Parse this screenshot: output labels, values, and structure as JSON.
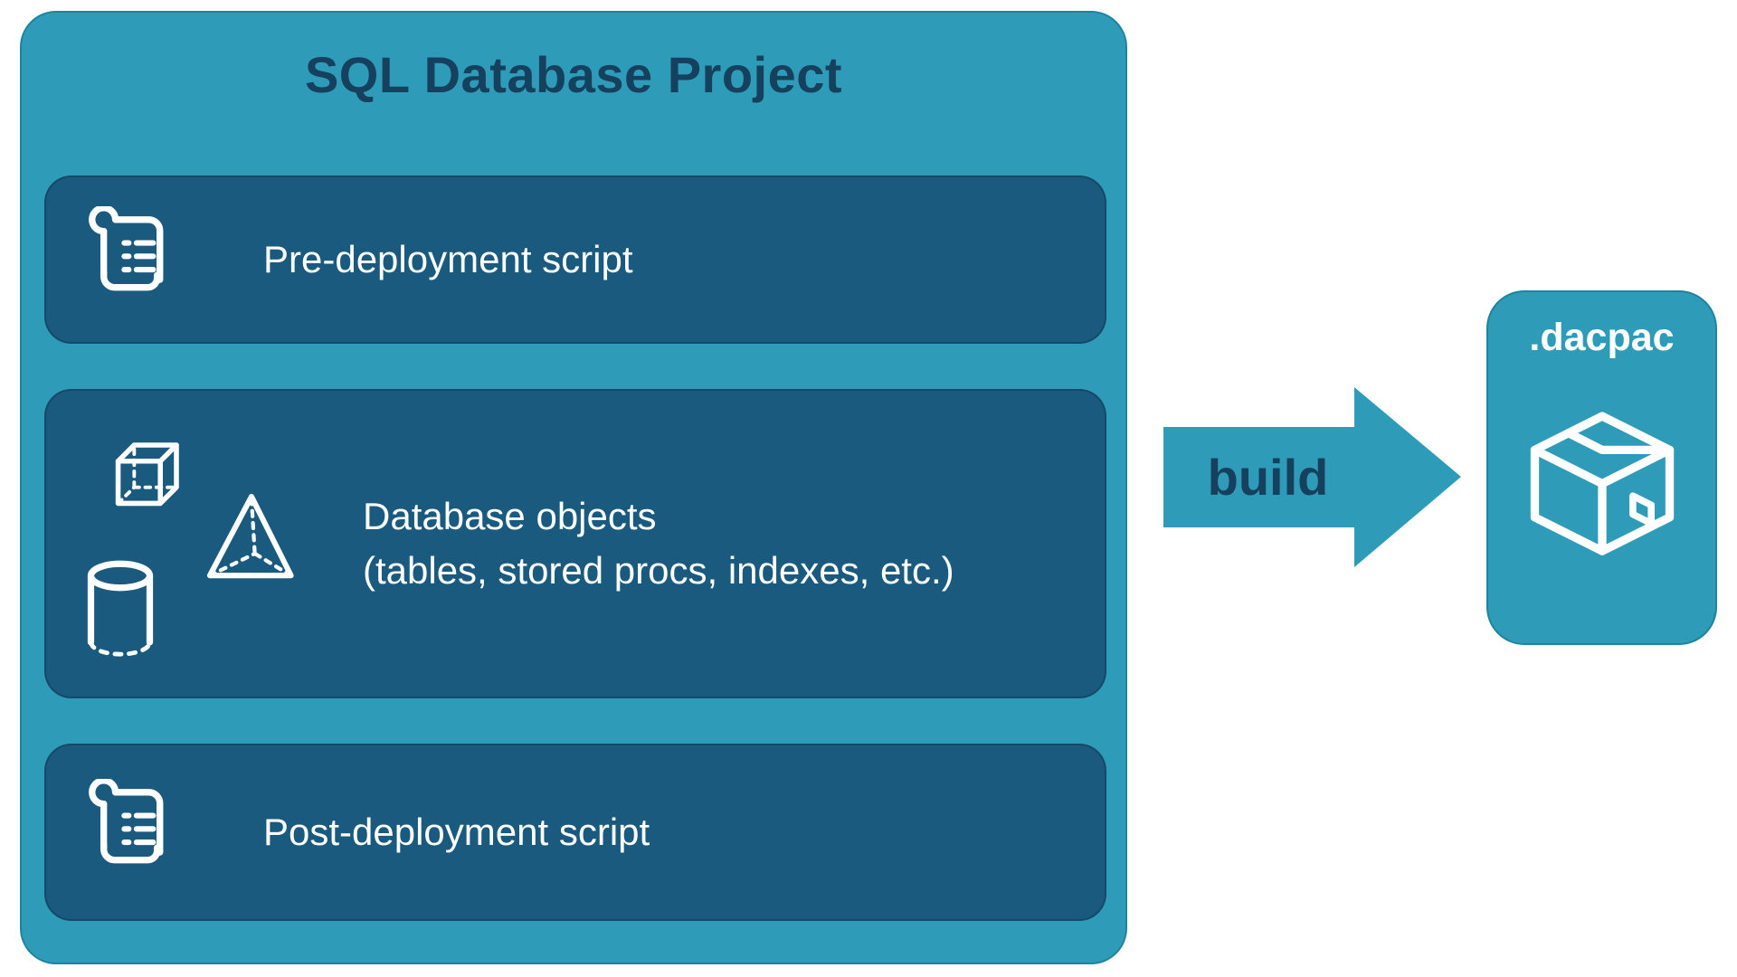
{
  "colors": {
    "background": "#ffffff",
    "teal": "#2e9cb8",
    "dark_blue": "#195a7e",
    "navy_text": "#15405e",
    "white_text": "#ffffff"
  },
  "project": {
    "title": "SQL Database Project",
    "boxes": [
      {
        "id": "pre-deployment",
        "icon": "scroll-icon",
        "label": "Pre-deployment script"
      },
      {
        "id": "database-objects",
        "icons": [
          "cube-icon",
          "pyramid-icon",
          "cylinder-icon"
        ],
        "label_line1": "Database objects",
        "label_line2": "(tables, stored procs, indexes, etc.)"
      },
      {
        "id": "post-deployment",
        "icon": "scroll-icon",
        "label": "Post-deployment script"
      }
    ]
  },
  "arrow": {
    "label": "build",
    "icon": "arrow-right-icon"
  },
  "output": {
    "label": ".dacpac",
    "icon": "package-icon"
  }
}
